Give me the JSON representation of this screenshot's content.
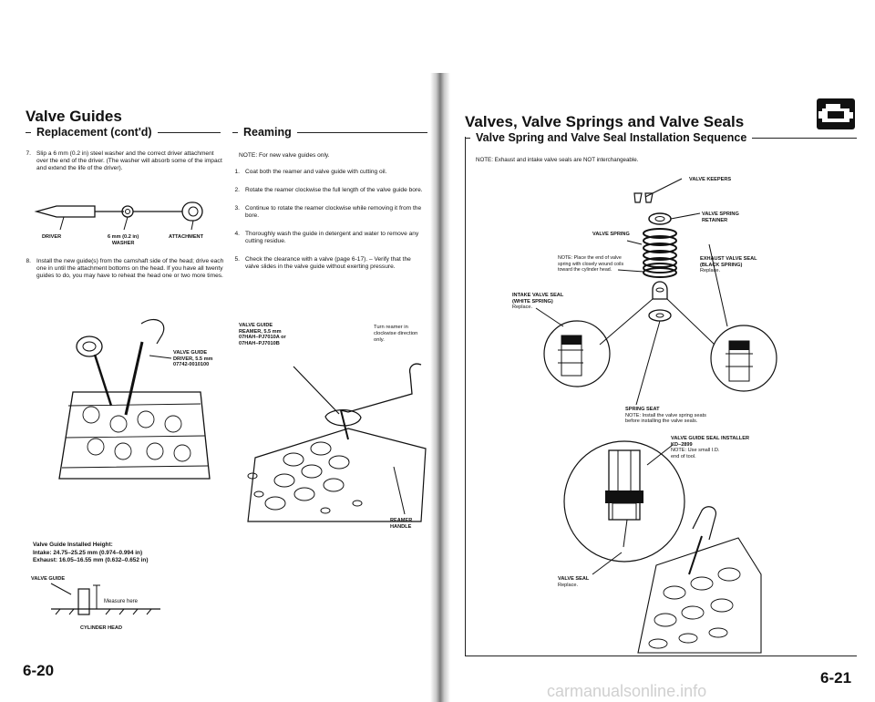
{
  "left": {
    "title": "Valve Guides",
    "section": "Replacement (cont'd)",
    "steps": [
      {
        "num": "7.",
        "text": "Slip a 6 mm (0.2 in) steel washer and the correct driver attachment over the end of the driver. (The washer will absorb some of the impact and extend the life of the driver)."
      },
      {
        "num": "8.",
        "text": "Install the new guide(s) from the camshaft side of the head; drive each one in until the attachment bottoms on the head. If you have all twenty guides to do, you may have to reheat the head one or two more times."
      }
    ],
    "tool_labels": {
      "driver": "DRIVER",
      "washer_1": "6 mm (0.2 in)",
      "washer_2": "WASHER",
      "attachment": "ATTACHMENT"
    },
    "driver_label": [
      "VALVE GUIDE",
      "DRIVER, 5.5 mm",
      "07742-0010100"
    ],
    "height_title": "Valve Guide Installed Height:",
    "height_intake": "Intake:  24.75–25.25 mm (0.974–0.994 in)",
    "height_exhaust": "Exhaust: 16.05–16.55 mm (0.632–0.652 in)",
    "guide_label": "VALVE GUIDE",
    "measure_label": "Measure here",
    "head_label": "CYLINDER HEAD",
    "page_number": "6-20"
  },
  "middle": {
    "section": "Reaming",
    "note": "NOTE: For new valve guides only.",
    "steps": [
      {
        "num": "1.",
        "text": "Coat both the reamer and valve guide with cutting oil."
      },
      {
        "num": "2.",
        "text": "Rotate the reamer clockwise the full length of the valve guide bore."
      },
      {
        "num": "3.",
        "text": "Continue to rotate the reamer clockwise while removing it from the bore."
      },
      {
        "num": "4.",
        "text": "Thoroughly wash the guide in detergent and water to remove any cutting residue."
      },
      {
        "num": "5.",
        "text": "Check the clearance with a valve (page 6-17). – Verify that the valve slides in the valve guide without exerting pressure."
      }
    ],
    "reamer_label": [
      "VALVE GUIDE",
      "REAMER, 5.5 mm",
      "07HAH–PJ7010A or",
      "07HAH–PJ7010B"
    ],
    "turn_label": [
      "Turn reamer in",
      "clockwise direction",
      "only."
    ],
    "handle_label": [
      "REAMER",
      "HANDLE"
    ]
  },
  "right": {
    "title": "Valves, Valve Springs and Valve Seals",
    "section": "Valve Spring and Valve Seal Installation Sequence",
    "note": "NOTE: Exhaust and intake valve seals are NOT interchangeable.",
    "labels": {
      "keepers": "VALVE KEEPERS",
      "retainer": [
        "VALVE SPRING",
        "RETAINER"
      ],
      "spring": "VALVE SPRING",
      "spring_note": [
        "NOTE: Place the end of valve",
        "spring with closely wound coils",
        "toward the cylinder head."
      ],
      "exhaust_seal": [
        "EXHAUST VALVE SEAL",
        "(BLACK SPRING)",
        "Replace."
      ],
      "intake_seal": [
        "INTAKE VALVE SEAL",
        "(WHITE SPRING)",
        "Replace."
      ],
      "seat": "SPRING SEAT",
      "seat_note": [
        "NOTE: Install the valve spring seats",
        "before installing the valve seals."
      ],
      "installer": [
        "VALVE GUIDE SEAL INSTALLER",
        "KD–2899",
        "NOTE: Use small I.D.",
        "end of tool."
      ],
      "valve_seal": [
        "VALVE SEAL",
        "Replace."
      ]
    },
    "page_number": "6-21"
  },
  "footer": {
    "watermark": "carmanualsonline.info"
  }
}
